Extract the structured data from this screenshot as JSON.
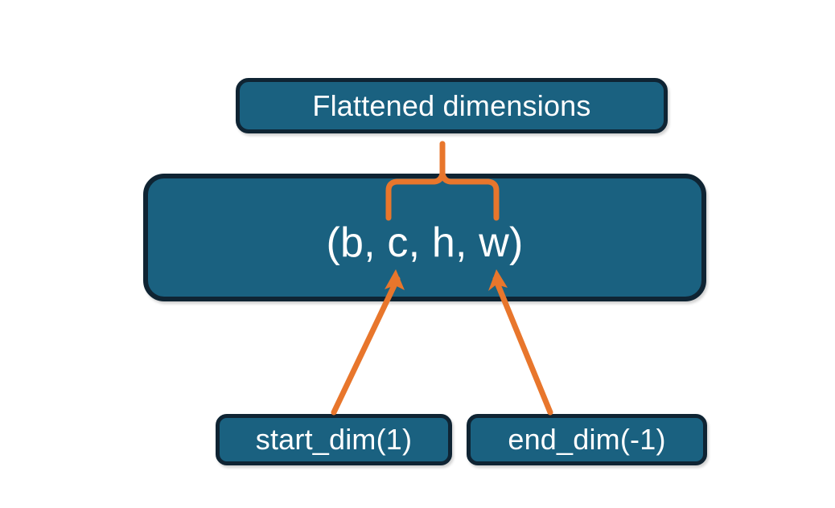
{
  "diagram": {
    "title_node": {
      "label": "Flattened dimensions"
    },
    "shape_node": {
      "label": "(b, c, h, w)"
    },
    "start_node": {
      "label": "start_dim(1)"
    },
    "end_node": {
      "label": "end_dim(-1)"
    },
    "colors": {
      "box_fill": "#1a6180",
      "box_border": "#0f2433",
      "box_text": "#ffffff",
      "connector": "#E8762C",
      "background": "#ffffff"
    },
    "connectors": [
      {
        "name": "brace-flattened-to-shape",
        "kind": "curly-brace",
        "color": "#E8762C"
      },
      {
        "name": "arrow-start-dim-to-shape",
        "kind": "arrow",
        "color": "#E8762C"
      },
      {
        "name": "arrow-end-dim-to-shape",
        "kind": "arrow",
        "color": "#E8762C"
      }
    ]
  }
}
